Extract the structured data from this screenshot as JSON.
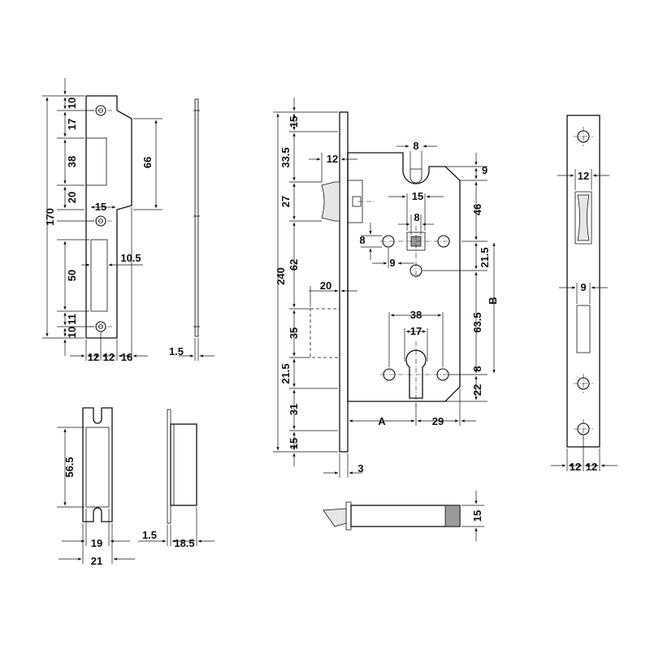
{
  "strike_front": {
    "vertical": [
      "10",
      "17",
      "38",
      "20",
      "170",
      "50",
      "11",
      "10"
    ],
    "horizontal": [
      "12",
      "12",
      "16"
    ],
    "right": [
      "66",
      "15",
      "10.5"
    ]
  },
  "strike_side": {
    "thickness": "1.5"
  },
  "strike_box_front": {
    "height": "56.5",
    "inner_width": "19",
    "outer_width": "21"
  },
  "strike_box_side": {
    "plate": "1.5",
    "depth": "18.5"
  },
  "lock_body": {
    "left": [
      "15",
      "33.5",
      "12",
      "27",
      "240",
      "62",
      "20",
      "35",
      "21.5",
      "31",
      "15",
      "3"
    ],
    "top": [
      "8",
      "9",
      "15",
      "8",
      "46",
      "8",
      "9",
      "21.5"
    ],
    "lower": [
      "38",
      "17",
      "63.5",
      "B",
      "8",
      "22",
      "A",
      "29"
    ]
  },
  "lock_bolt_top": {
    "height": "15"
  },
  "faceplate": {
    "slot_width": "12",
    "width_9": "9",
    "bottom": [
      "12",
      "12"
    ]
  }
}
